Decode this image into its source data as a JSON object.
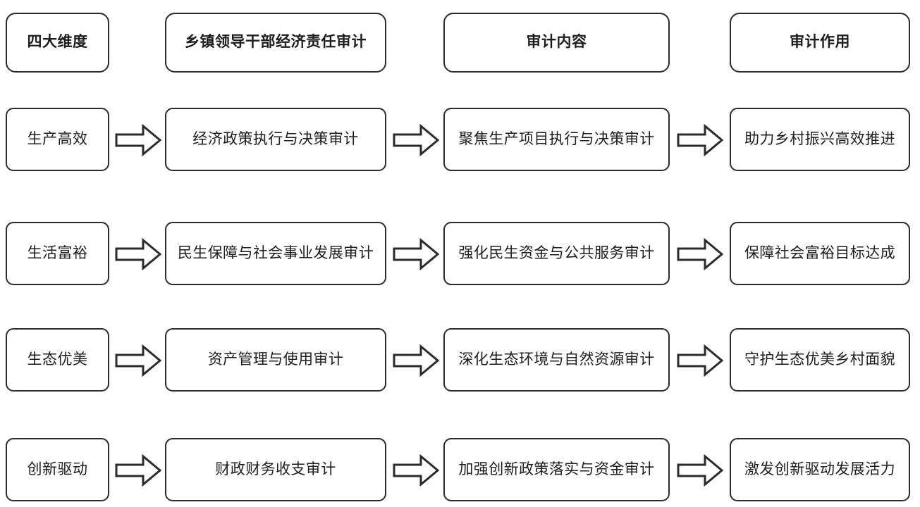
{
  "diagram": {
    "title_row": {
      "columns": [
        {
          "label": "四大维度"
        },
        {
          "label": "乡镇领导干部经济责任审计"
        },
        {
          "label": "审计内容"
        },
        {
          "label": "审计作用"
        }
      ]
    },
    "rows": [
      {
        "dimension": "生产高效",
        "audit_project": "经济政策执行与决策审计",
        "audit_content": "聚焦生产项目执行与决策审计",
        "audit_effect": "助力乡村振兴高效推进"
      },
      {
        "dimension": "生活富裕",
        "audit_project": "民生保障与社会事业发展审计",
        "audit_content": "强化民生资金与公共服务审计",
        "audit_effect": "保障社会富裕目标达成"
      },
      {
        "dimension": "生态优美",
        "audit_project": "资产管理与使用审计",
        "audit_content": "深化生态环境与自然资源审计",
        "audit_effect": "守护生态优美乡村面貌"
      },
      {
        "dimension": "创新驱动",
        "audit_project": "财政财务收支审计",
        "audit_content": "加强创新政策落实与资金审计",
        "audit_effect": "激发创新驱动发展活力"
      }
    ],
    "connector": {
      "icon": "right-block-arrow",
      "count_per_row": 3
    },
    "colors": {
      "background": "#ffffff",
      "box_fill": "#ffffff",
      "box_stroke": "#2b2b2b",
      "text": "#1d1d1d",
      "arrow_stroke": "#2b2b2b"
    }
  }
}
